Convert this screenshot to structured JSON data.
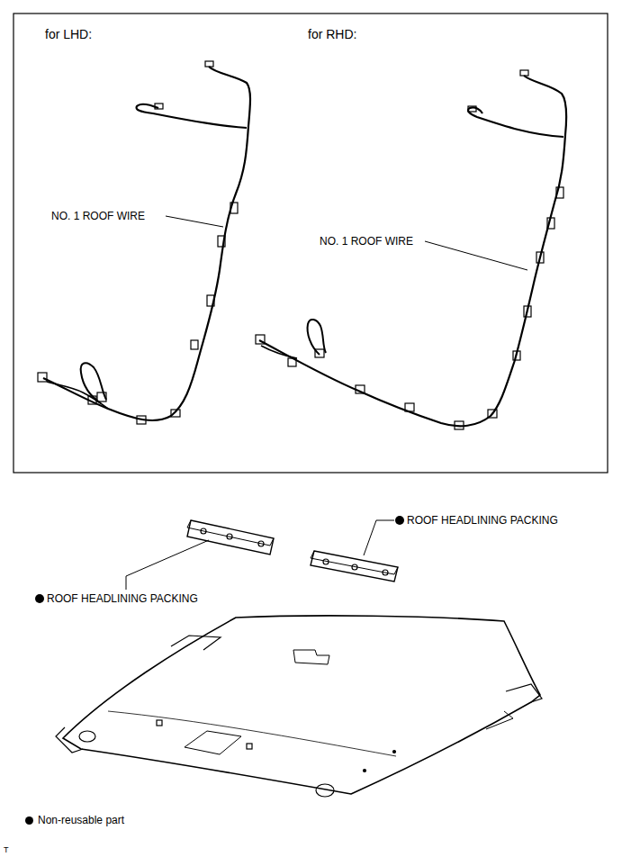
{
  "diagram": {
    "labels": [
      "for LHD:",
      "for RHD:",
      "NO. 1 ROOF WIRE",
      "NO. 1 ROOF WIRE",
      "ROOF HEADLINING PACKING",
      "ROOF HEADLINING PACKING",
      "T"
    ],
    "legend": [
      {
        "text": "Non-reusable part"
      }
    ]
  }
}
